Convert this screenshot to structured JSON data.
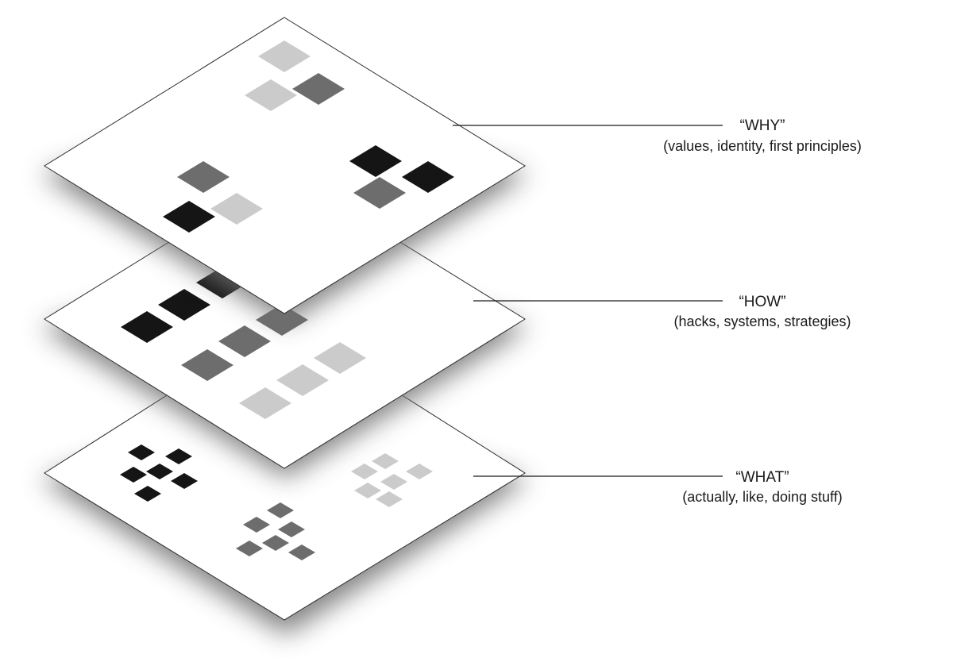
{
  "layers": [
    {
      "id": "why",
      "title": "“WHY”",
      "description": "(values, identity, first principles)"
    },
    {
      "id": "how",
      "title": "“HOW”",
      "description": "(hacks, systems, strategies)"
    },
    {
      "id": "what",
      "title": "“WHAT”",
      "description": "(actually, like, doing stuff)"
    }
  ],
  "colors": {
    "plane_fill": "#ffffff",
    "plane_stroke": "#2a2a2a",
    "shadow": "#6e6e6e",
    "tile_dark": "#151515",
    "tile_mid": "#6d6d6e",
    "tile_light": "#cbcbcb",
    "leader_line": "#1a1a1a"
  }
}
